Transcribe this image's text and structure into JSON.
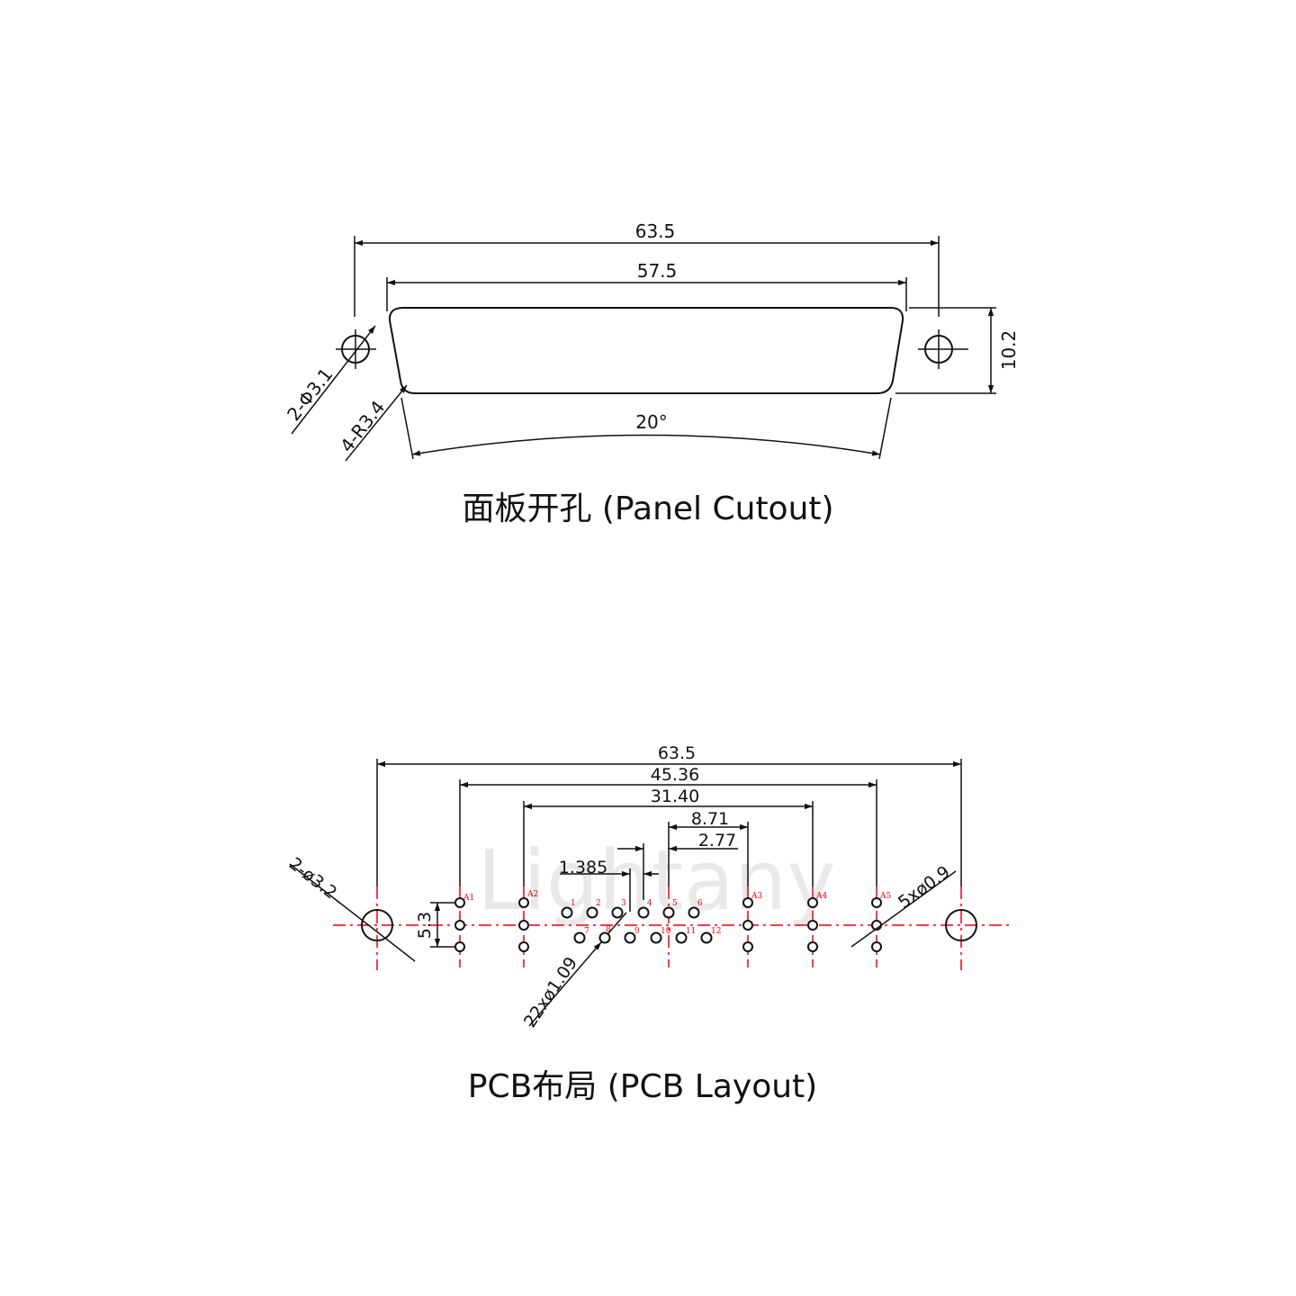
{
  "panel_cutout": {
    "dim_overall": "63.5",
    "dim_shell": "57.5",
    "dim_height": "10.2",
    "dim_angle": "20°",
    "dim_holes": "2-Φ3.1",
    "dim_radius": "4-R3.4",
    "caption": "面板开孔 (Panel Cutout)"
  },
  "pcb_layout": {
    "dim_overall": "63.5",
    "dim_a1_a5": "45.36",
    "dim_a2_a4": "31.40",
    "dim_8_71": "8.71",
    "dim_2_77": "2.77",
    "dim_pitch": "1.385",
    "dim_row": "5.3",
    "dim_mount": "2-ø3.2",
    "dim_coax": "5xø0.9",
    "dim_signal": "22xø1.09",
    "watermark": "Lightany",
    "caption": "PCB布局 (PCB Layout)",
    "coax_labels": [
      "A1",
      "A2",
      "A3",
      "A4",
      "A5"
    ],
    "top_row_labels": [
      "1",
      "2",
      "3",
      "4",
      "5",
      "6"
    ],
    "bottom_row_labels": [
      "7",
      "8",
      "9",
      "10",
      "11",
      "12"
    ]
  }
}
